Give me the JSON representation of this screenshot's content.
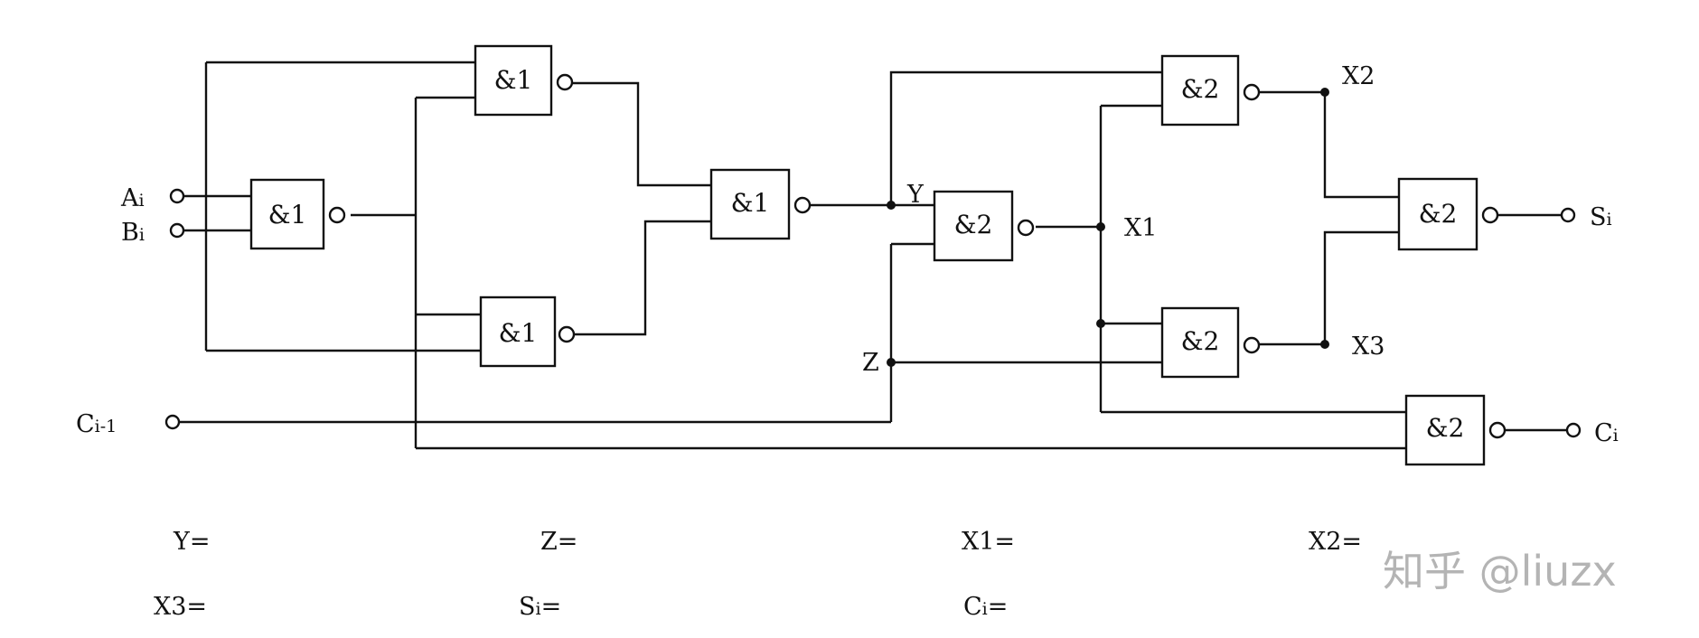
{
  "diagram": {
    "gates": {
      "g1": "&1",
      "g2": "&1",
      "g3": "&1",
      "g4": "&1",
      "g5": "&2",
      "g6": "&2",
      "g7": "&2",
      "g8": "&2",
      "g9": "&2"
    },
    "inputs": {
      "a": {
        "main": "A",
        "sub": "i"
      },
      "b": {
        "main": "B",
        "sub": "i"
      },
      "c": {
        "main": "C",
        "sub": "i-1"
      }
    },
    "outputs": {
      "s": {
        "main": "S",
        "sub": "i"
      },
      "c": {
        "main": "C",
        "sub": "i"
      }
    },
    "nodes": {
      "y": "Y",
      "z": "Z",
      "x1": "X1",
      "x2": "X2",
      "x3": "X3"
    },
    "equations": {
      "y": "Y=",
      "z": "Z=",
      "x1": "X1=",
      "x2": "X2=",
      "x3": "X3=",
      "s_main": "S",
      "s_sub": "i",
      "s_eq": "=",
      "c_main": "C",
      "c_sub": "i",
      "c_eq": "="
    }
  },
  "watermark": "知乎 @liuzx"
}
